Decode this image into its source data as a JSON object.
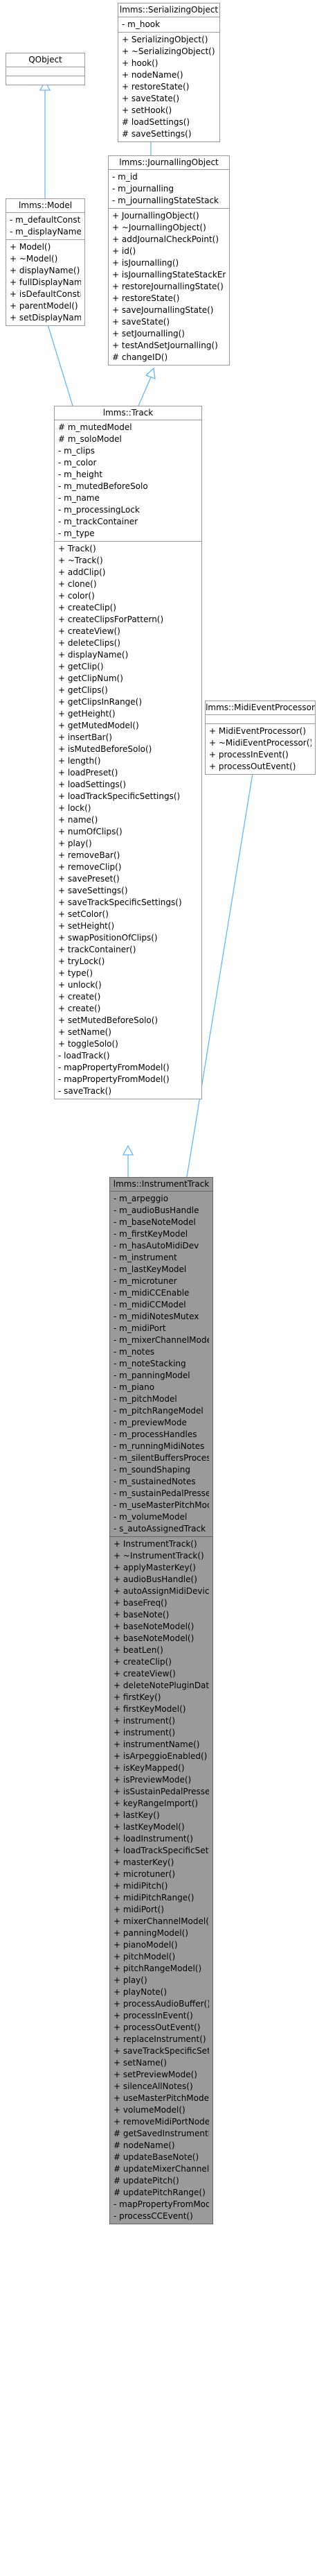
{
  "classes": {
    "qobject": {
      "name": "QObject",
      "attributes": [],
      "methods": []
    },
    "serializing": {
      "name": "lmms::SerializingObject",
      "attributes": [
        "- m_hook"
      ],
      "methods": [
        "+ SerializingObject()",
        "+ ~SerializingObject()",
        "+ hook()",
        "+ nodeName()",
        "+ restoreState()",
        "+ saveState()",
        "+ setHook()",
        "# loadSettings()",
        "# saveSettings()"
      ]
    },
    "model": {
      "name": "lmms::Model",
      "attributes": [
        "- m_defaultConstructed",
        "- m_displayName"
      ],
      "methods": [
        "+ Model()",
        "+ ~Model()",
        "+ displayName()",
        "+ fullDisplayName()",
        "+ isDefaultConstructed()",
        "+ parentModel()",
        "+ setDisplayName()"
      ]
    },
    "journalling": {
      "name": "lmms::JournallingObject",
      "attributes": [
        "- m_id",
        "- m_journalling",
        "- m_journallingStateStack"
      ],
      "methods": [
        "+ JournallingObject()",
        "+ ~JournallingObject()",
        "+ addJournalCheckPoint()",
        "+ id()",
        "+ isJournalling()",
        "+ isJournallingStateStackEmpty()",
        "+ restoreJournallingState()",
        "+ restoreState()",
        "+ saveJournallingState()",
        "+ saveState()",
        "+ setJournalling()",
        "+ testAndSetJournalling()",
        "# changeID()"
      ]
    },
    "track": {
      "name": "lmms::Track",
      "attributes": [
        "# m_mutedModel",
        "# m_soloModel",
        "- m_clips",
        "- m_color",
        "- m_height",
        "- m_mutedBeforeSolo",
        "- m_name",
        "- m_processingLock",
        "- m_trackContainer",
        "- m_type"
      ],
      "methods": [
        "+ Track()",
        "+ ~Track()",
        "+ addClip()",
        "+ clone()",
        "+ color()",
        "+ createClip()",
        "+ createClipsForPattern()",
        "+ createView()",
        "+ deleteClips()",
        "+ displayName()",
        "+ getClip()",
        "+ getClipNum()",
        "+ getClips()",
        "+ getClipsInRange()",
        "+ getHeight()",
        "+ getMutedModel()",
        "+ insertBar()",
        "+ isMutedBeforeSolo()",
        "+ length()",
        "+ loadPreset()",
        "+ loadSettings()",
        "+ loadTrackSpecificSettings()",
        "+ lock()",
        "+ name()",
        "+ numOfClips()",
        "+ play()",
        "+ removeBar()",
        "+ removeClip()",
        "+ savePreset()",
        "+ saveSettings()",
        "+ saveTrackSpecificSettings()",
        "+ setColor()",
        "+ setHeight()",
        "+ swapPositionOfClips()",
        "+ trackContainer()",
        "+ tryLock()",
        "+ type()",
        "+ unlock()",
        "+ create()",
        "+ create()",
        "+ setMutedBeforeSolo()",
        "+ setName()",
        "+ toggleSolo()",
        "- loadTrack()",
        "- mapPropertyFromModel()",
        "- mapPropertyFromModel()",
        "- saveTrack()"
      ]
    },
    "midi": {
      "name": "lmms::MidiEventProcessor",
      "attributes": [],
      "methods": [
        "+ MidiEventProcessor()",
        "+ ~MidiEventProcessor()",
        "+ processInEvent()",
        "+ processOutEvent()"
      ]
    },
    "instrument": {
      "name": "lmms::InstrumentTrack",
      "attributes": [
        "- m_arpeggio",
        "- m_audioBusHandle",
        "- m_baseNoteModel",
        "- m_firstKeyModel",
        "- m_hasAutoMidiDev",
        "- m_instrument",
        "- m_lastKeyModel",
        "- m_microtuner",
        "- m_midiCCEnable",
        "- m_midiCCModel",
        "- m_midiNotesMutex",
        "- m_midiPort",
        "- m_mixerChannelModel",
        "- m_notes",
        "- m_noteStacking",
        "- m_panningModel",
        "- m_piano",
        "- m_pitchModel",
        "- m_pitchRangeModel",
        "- m_previewMode",
        "- m_processHandles",
        "- m_runningMidiNotes",
        "- m_silentBuffersProcessed",
        "- m_soundShaping",
        "- m_sustainedNotes",
        "- m_sustainPedalPressed",
        "- m_useMasterPitchModel",
        "- m_volumeModel",
        "- s_autoAssignedTrack"
      ],
      "methods": [
        "+ InstrumentTrack()",
        "+ ~InstrumentTrack()",
        "+ applyMasterKey()",
        "+ audioBusHandle()",
        "+ autoAssignMidiDevice()",
        "+ baseFreq()",
        "+ baseNote()",
        "+ baseNoteModel()",
        "+ baseNoteModel()",
        "+ beatLen()",
        "+ createClip()",
        "+ createView()",
        "+ deleteNotePluginData()",
        "+ firstKey()",
        "+ firstKeyModel()",
        "+ instrument()",
        "+ instrument()",
        "+ instrumentName()",
        "+ isArpeggioEnabled()",
        "+ isKeyMapped()",
        "+ isPreviewMode()",
        "+ isSustainPedalPressed()",
        "+ keyRangeImport()",
        "+ lastKey()",
        "+ lastKeyModel()",
        "+ loadInstrument()",
        "+ loadTrackSpecificSettings()",
        "+ masterKey()",
        "+ microtuner()",
        "+ midiPitch()",
        "+ midiPitchRange()",
        "+ midiPort()",
        "+ mixerChannelModel()",
        "+ panningModel()",
        "+ pianoModel()",
        "+ pitchModel()",
        "+ pitchRangeModel()",
        "+ play()",
        "+ playNote()",
        "+ processAudioBuffer()",
        "+ processInEvent()",
        "+ processOutEvent()",
        "+ replaceInstrument()",
        "+ saveTrackSpecificSettings()",
        "+ setName()",
        "+ setPreviewMode()",
        "+ silenceAllNotes()",
        "+ useMasterPitchModel()",
        "+ volumeModel()",
        "+ removeMidiPortNode()",
        "# getSavedInstrumentName()",
        "# nodeName()",
        "# updateBaseNote()",
        "# updateMixerChannel()",
        "# updatePitch()",
        "# updatePitchRange()",
        "- mapPropertyFromModel()",
        "- processCCEvent()"
      ]
    }
  },
  "colors": {
    "edge": "#63b8ff",
    "box_border": "#999999",
    "highlight_fill": "#9a9a9a"
  }
}
